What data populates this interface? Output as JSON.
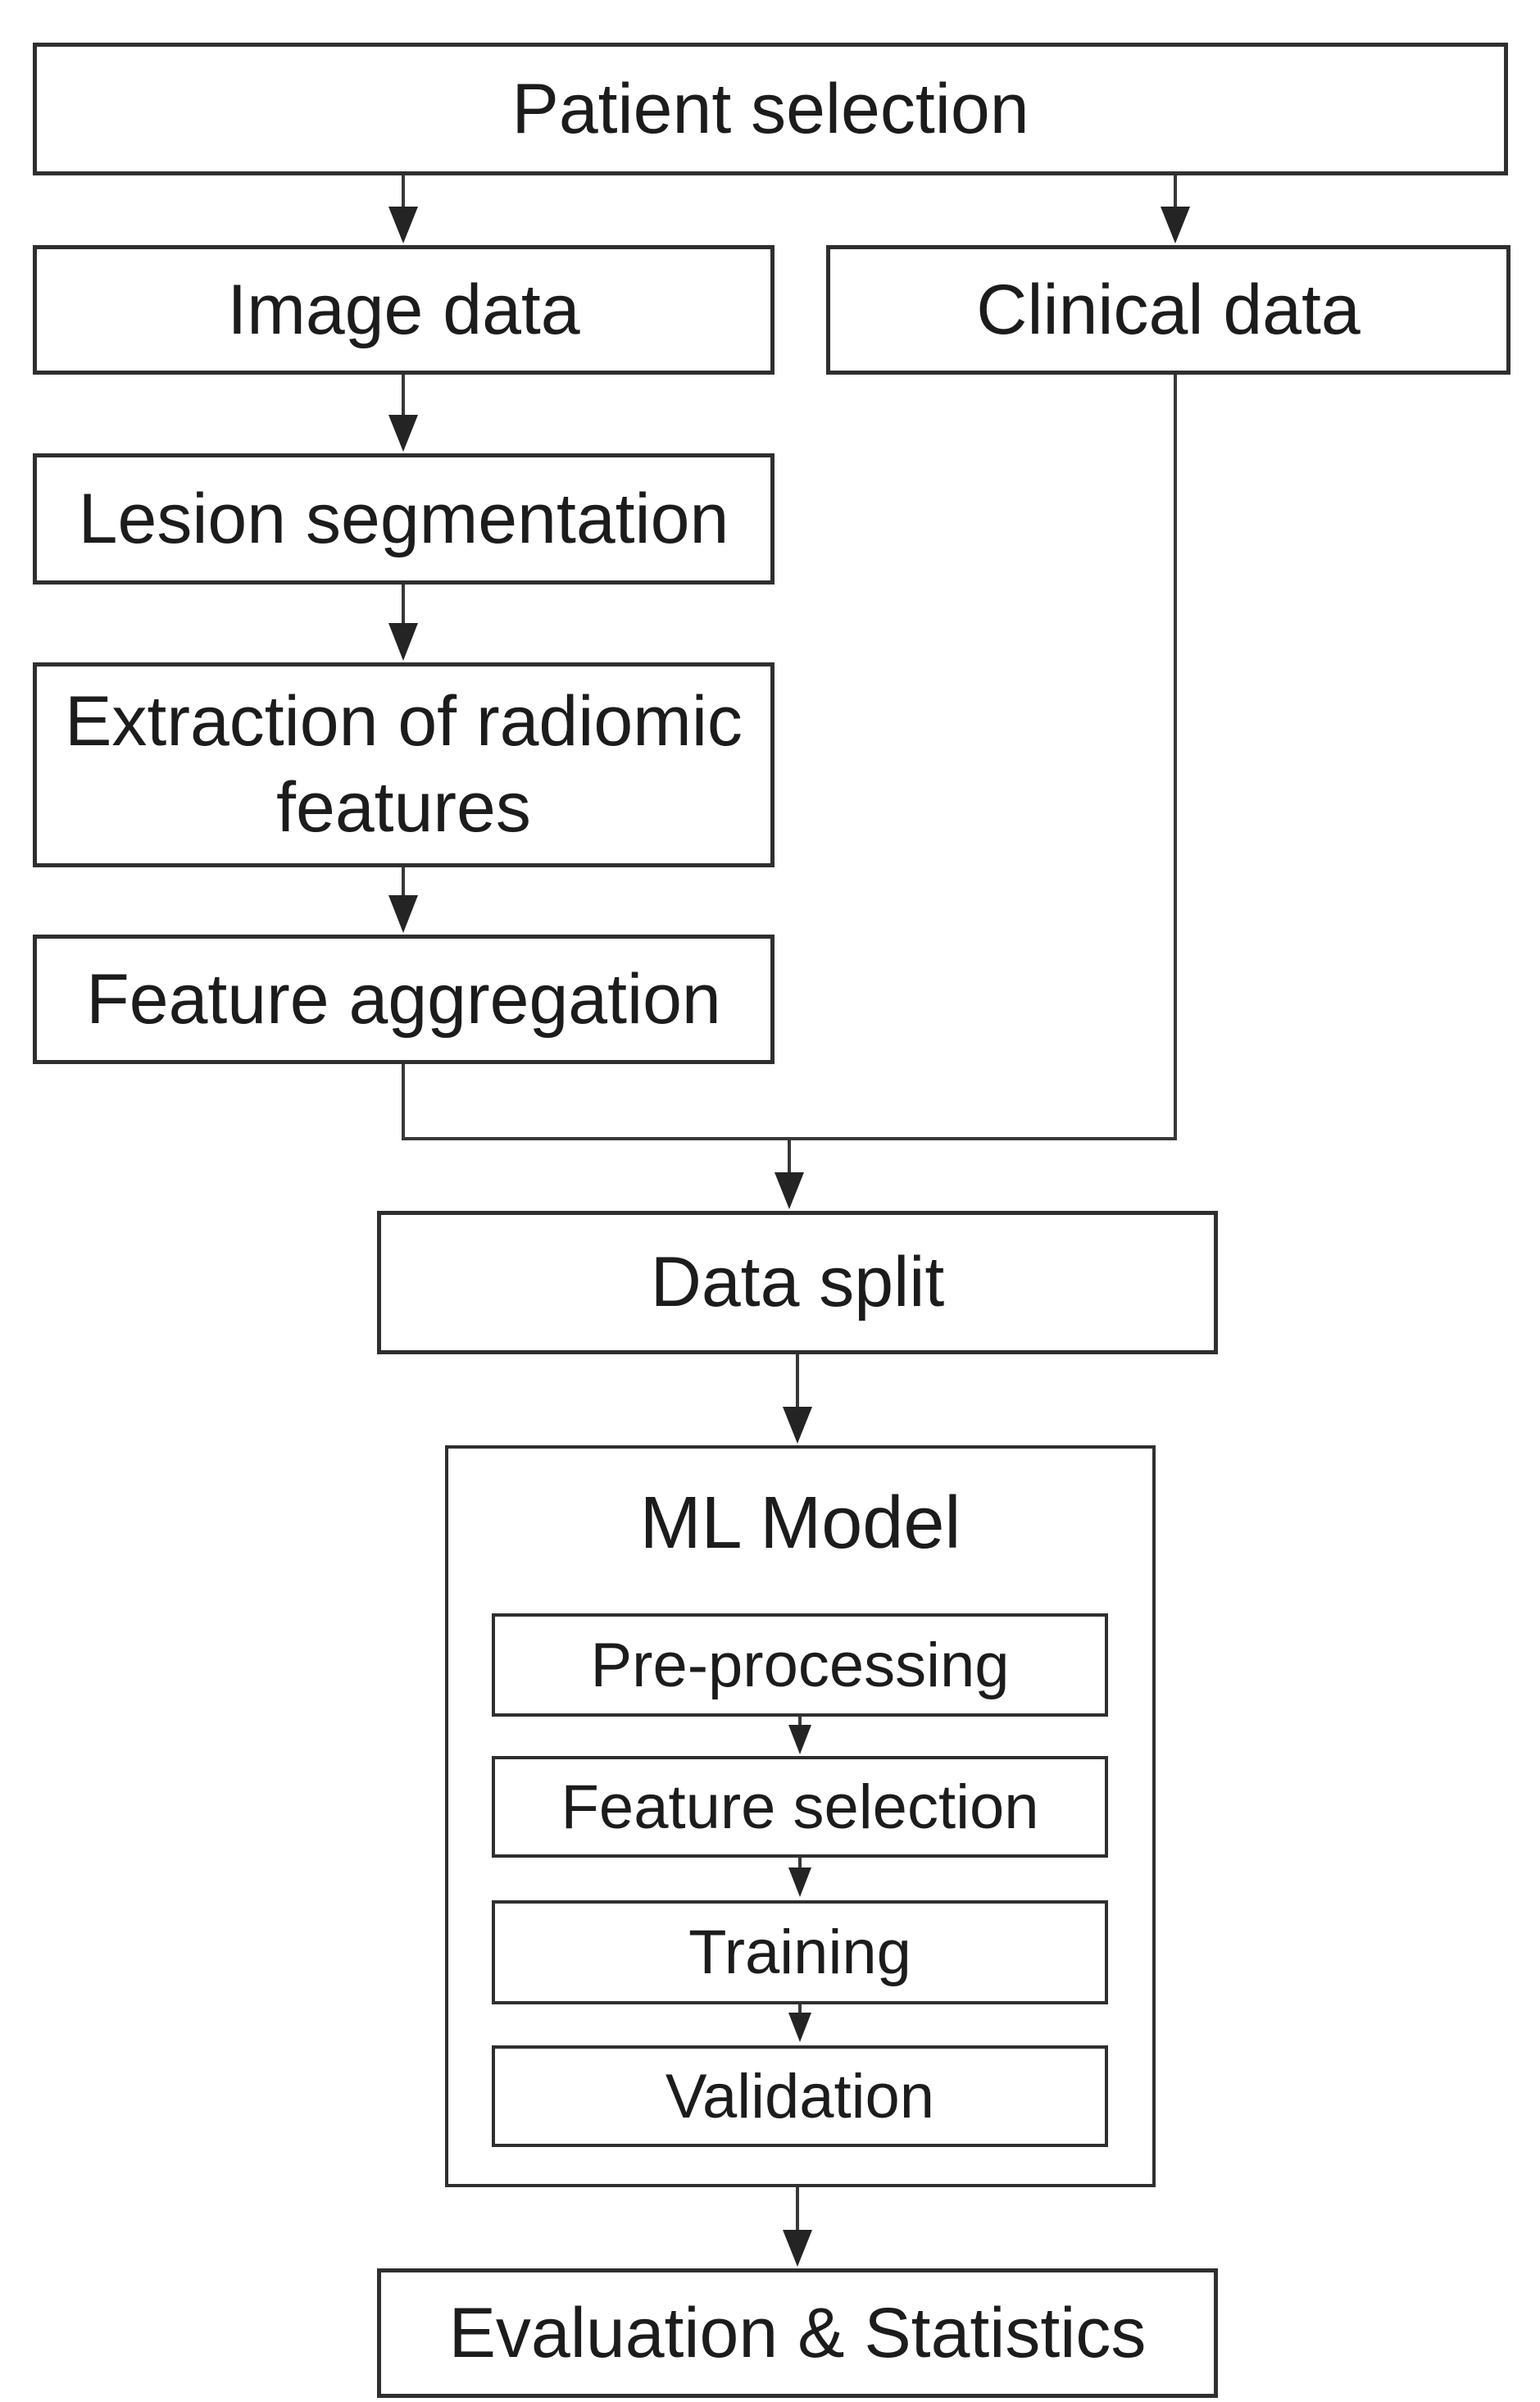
{
  "diagram": {
    "type": "flowchart",
    "background_color": "#ffffff",
    "box_fill_color": "#ffffff",
    "box_border_color": "#2f2f2f",
    "line_color": "#383838",
    "text_color": "#1c1c1c",
    "nodes": {
      "patient_selection": {
        "label": "Patient selection"
      },
      "image_data": {
        "label": "Image data"
      },
      "clinical_data": {
        "label": "Clinical data"
      },
      "lesion_segmentation": {
        "label": "Lesion segmentation"
      },
      "extraction": {
        "label": "Extraction of radiomic features"
      },
      "feature_aggregation": {
        "label": "Feature aggregation"
      },
      "data_split": {
        "label": "Data split"
      },
      "ml_model": {
        "label": "ML Model"
      },
      "pre_processing": {
        "label": "Pre-processing"
      },
      "feature_selection": {
        "label": "Feature selection"
      },
      "training": {
        "label": "Training"
      },
      "validation": {
        "label": "Validation"
      },
      "evaluation": {
        "label": "Evaluation & Statistics"
      }
    },
    "edges": [
      {
        "from": "patient_selection",
        "to": "image_data",
        "arrowhead": true
      },
      {
        "from": "patient_selection",
        "to": "clinical_data",
        "arrowhead": true
      },
      {
        "from": "image_data",
        "to": "lesion_segmentation",
        "arrowhead": true
      },
      {
        "from": "lesion_segmentation",
        "to": "extraction",
        "arrowhead": true
      },
      {
        "from": "extraction",
        "to": "feature_aggregation",
        "arrowhead": true
      },
      {
        "from": "feature_aggregation",
        "to": "data_split",
        "arrowhead": true,
        "style": "elbow-merge"
      },
      {
        "from": "clinical_data",
        "to": "data_split",
        "arrowhead": true,
        "style": "elbow-merge"
      },
      {
        "from": "data_split",
        "to": "ml_model",
        "arrowhead": true
      },
      {
        "from": "pre_processing",
        "to": "feature_selection",
        "arrowhead": true
      },
      {
        "from": "feature_selection",
        "to": "training",
        "arrowhead": true
      },
      {
        "from": "training",
        "to": "validation",
        "arrowhead": true
      },
      {
        "from": "ml_model",
        "to": "evaluation",
        "arrowhead": true
      }
    ]
  }
}
